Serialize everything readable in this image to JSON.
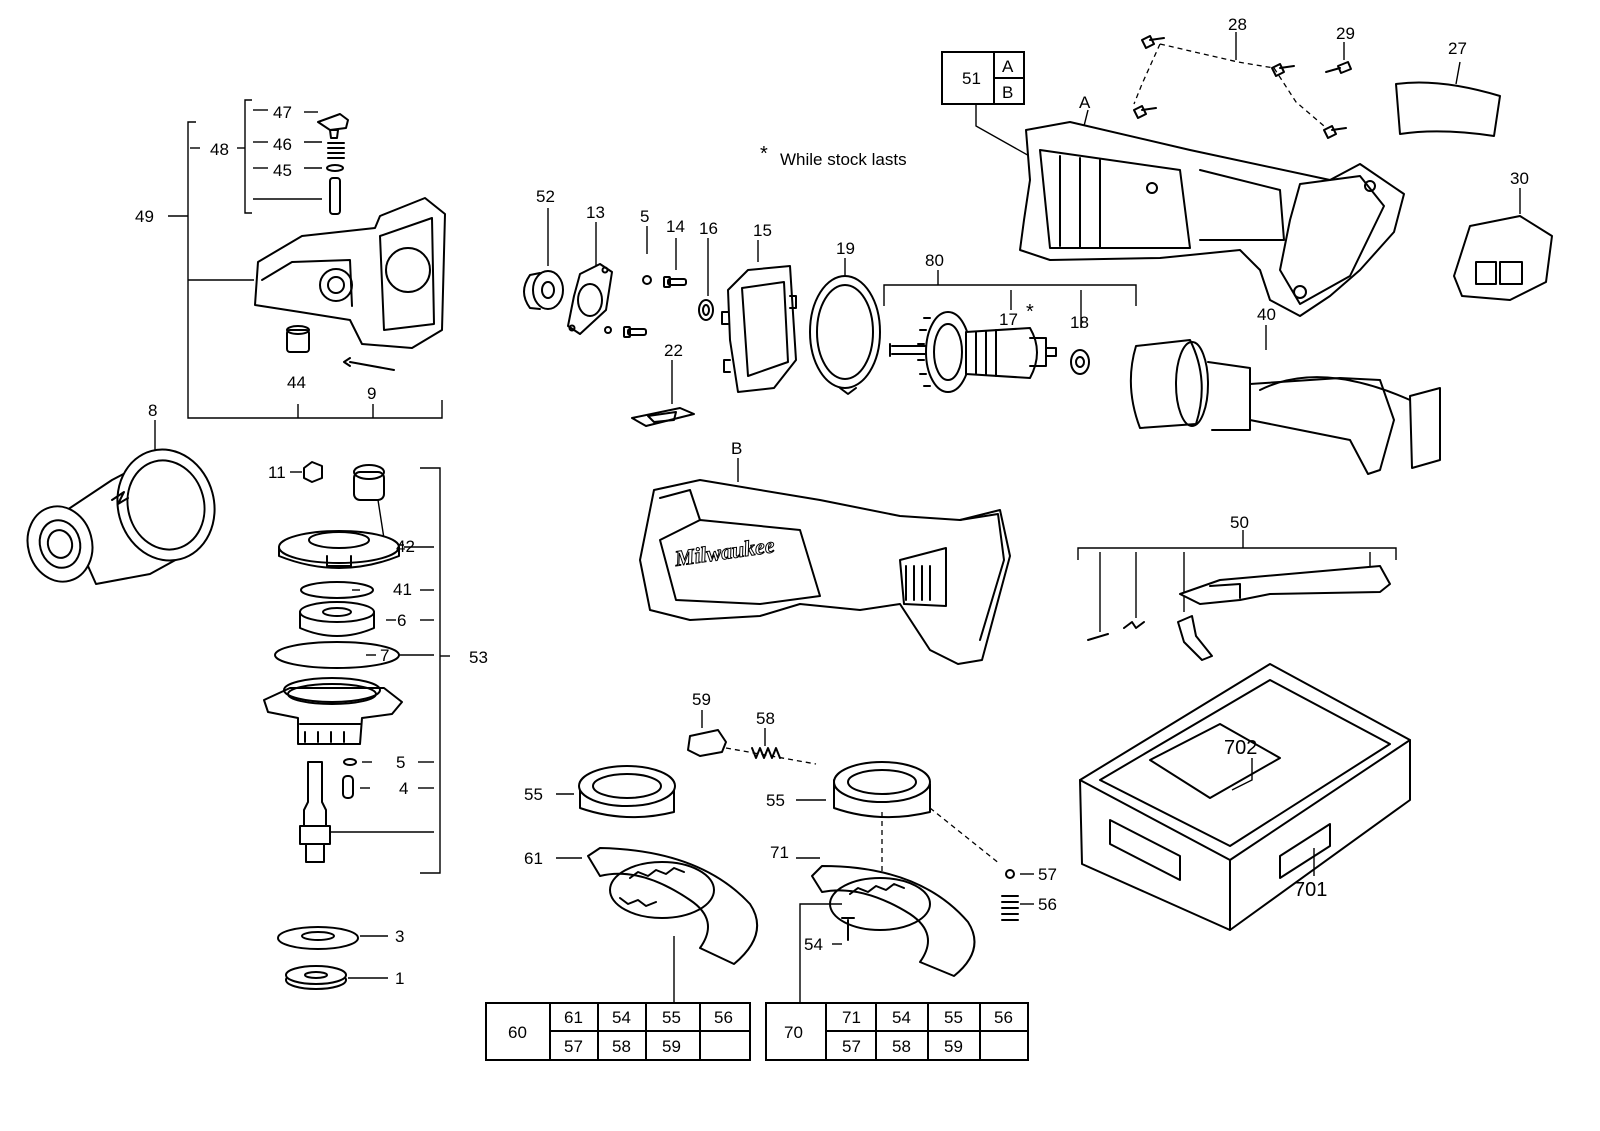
{
  "note": {
    "star": "*",
    "text": "While stock lasts"
  },
  "labels": {
    "l1": "1",
    "l3": "3",
    "l4": "4",
    "l5a": "5",
    "l5b": "5",
    "l6": "6",
    "l7": "7",
    "l8": "8",
    "l9": "9",
    "l11": "11",
    "l13": "13",
    "l14": "14",
    "l15": "15",
    "l16": "16",
    "l17": "17",
    "l17star": "*",
    "l18": "18",
    "l19": "19",
    "l22": "22",
    "l27": "27",
    "l28": "28",
    "l29": "29",
    "l30": "30",
    "l40": "40",
    "l41": "41",
    "l42": "42",
    "l44": "44",
    "l45": "45",
    "l46": "46",
    "l47": "47",
    "l48": "48",
    "l49": "49",
    "l50": "50",
    "l52": "52",
    "l53": "53",
    "l54": "54",
    "l55a": "55",
    "l55b": "55",
    "l56": "56",
    "l57": "57",
    "l58": "58",
    "l59": "59",
    "l61": "61",
    "l71": "71",
    "l80": "80",
    "l701": "701",
    "l702": "702",
    "lA": "A",
    "lB": "B"
  },
  "kit51": {
    "id": "51",
    "a": "A",
    "b": "B"
  },
  "kit60": {
    "id": "60",
    "row1": [
      "61",
      "54",
      "55",
      "56"
    ],
    "row2": [
      "57",
      "58",
      "59",
      ""
    ]
  },
  "kit70": {
    "id": "70",
    "row1": [
      "71",
      "54",
      "55",
      "56"
    ],
    "row2": [
      "57",
      "58",
      "59",
      ""
    ]
  },
  "brand": "Milwaukee"
}
